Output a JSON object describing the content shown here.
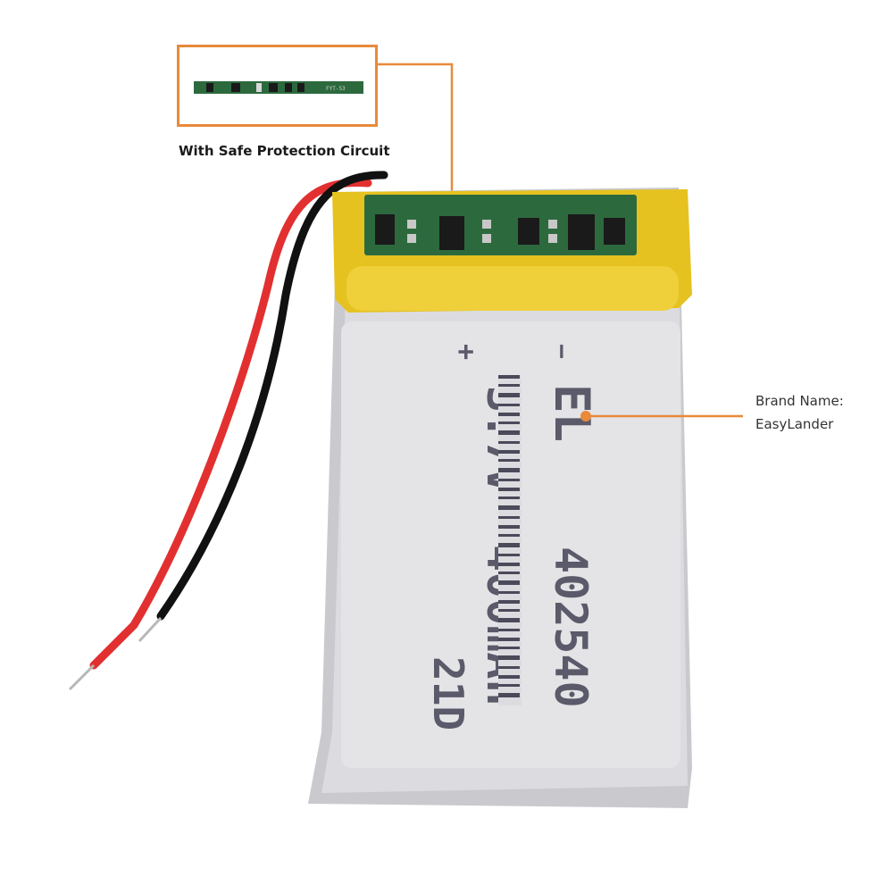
{
  "annotations": {
    "pcb_caption": "With Safe Protection Circuit",
    "brand_line1": "Brand Name:",
    "brand_line2": "EasyLander",
    "accent_color": "#e88a3a"
  },
  "pcb_inset": {
    "pcb_marking": "FYT-53"
  },
  "battery_label": {
    "negative_sign": "−",
    "positive_sign": "+",
    "logo": "EL",
    "voltage": "3.7V",
    "model": "402540",
    "capacity": "400mAh",
    "code": "21D"
  },
  "colors": {
    "positive_wire": "#e23030",
    "negative_wire": "#111111",
    "kapton_tape": "#e6c220",
    "cell_body": "#d8d8dc"
  }
}
